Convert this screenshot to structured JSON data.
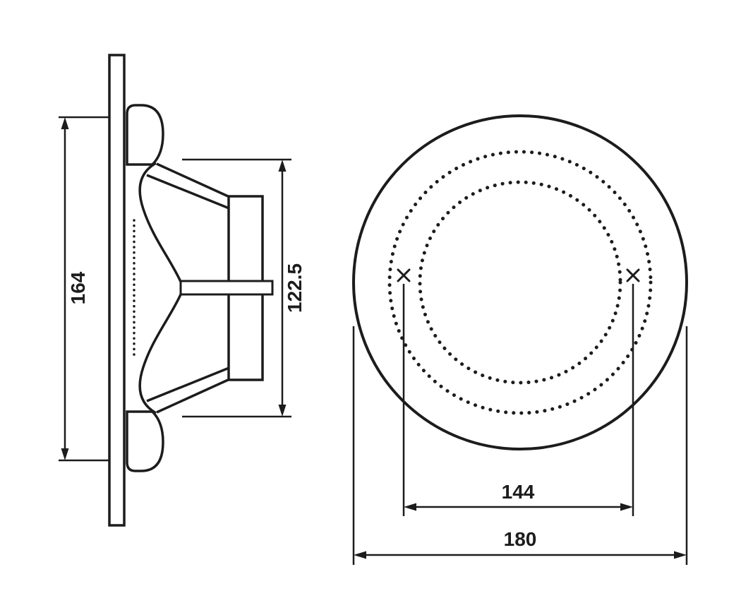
{
  "colors": {
    "line": "#1c1c1c",
    "background": "#ffffff"
  },
  "drawing": {
    "type": "technical-drawing",
    "subject": "round ceiling speaker - side section view and front view with mounting dimensions",
    "side_view": {
      "dim_overall_height": "164",
      "dim_basket_height": "122.5"
    },
    "front_view": {
      "dim_hole_spacing": "144",
      "dim_cutout_diameter": "180"
    }
  }
}
